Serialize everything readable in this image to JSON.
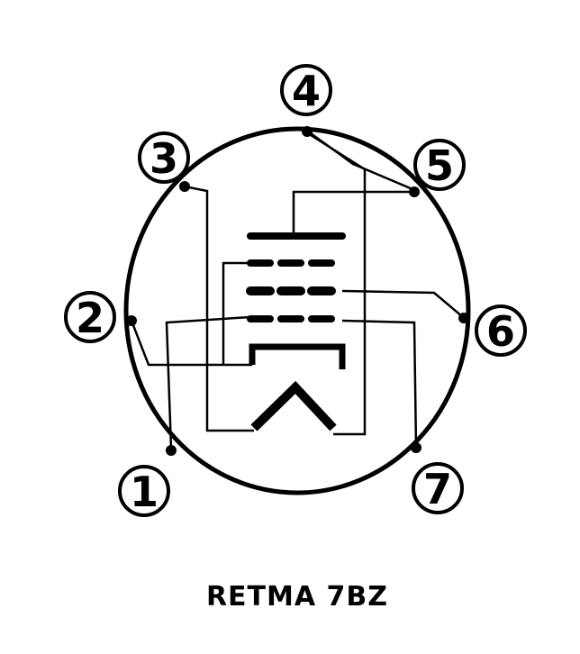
{
  "diagram": {
    "caption": "RETMA 7BZ",
    "pins": [
      {
        "label": "1"
      },
      {
        "label": "2"
      },
      {
        "label": "3"
      },
      {
        "label": "4"
      },
      {
        "label": "5"
      },
      {
        "label": "6"
      },
      {
        "label": "7"
      }
    ],
    "colors": {
      "ink": "#000000",
      "background": "#ffffff"
    }
  }
}
